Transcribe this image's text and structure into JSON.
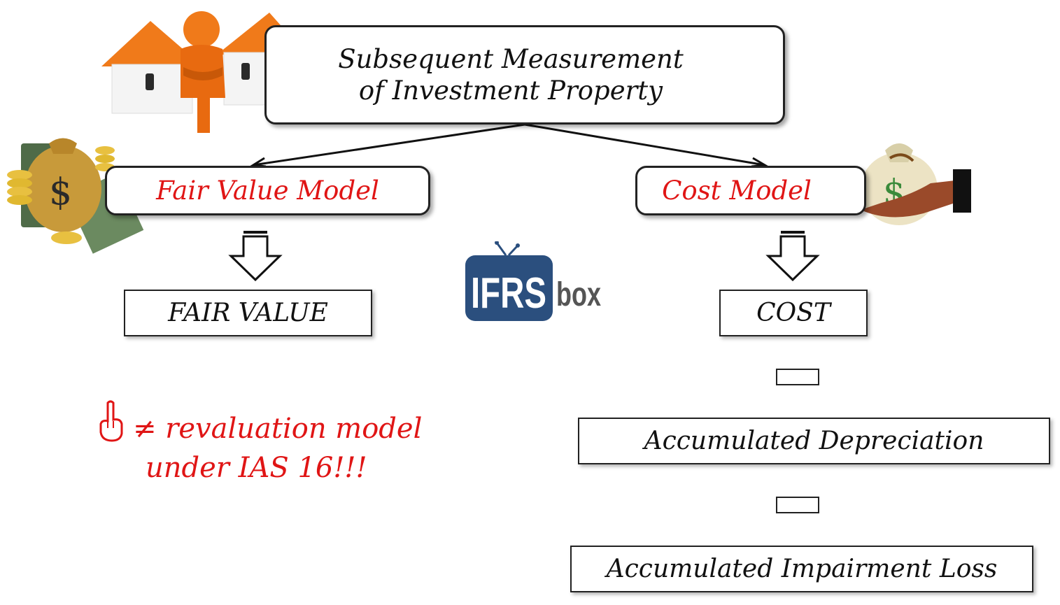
{
  "title": {
    "line1": "Subsequent Measurement",
    "line2": "of Investment Property"
  },
  "branches": {
    "fair_value_model": "Fair Value Model",
    "cost_model": "Cost Model"
  },
  "results": {
    "fair_value": "FAIR VALUE",
    "cost": "COST",
    "accumulated_depreciation": "Accumulated Depreciation",
    "accumulated_impairment": "Accumulated Impairment Loss"
  },
  "note": {
    "line1": "≠ revaluation model",
    "line2": "under IAS 16!!!"
  },
  "logo": {
    "part1": "IFRS",
    "part2": "box"
  },
  "colors": {
    "accent_red": "#e01515",
    "logo_blue": "#2b4f7e",
    "logo_grey": "#555555",
    "orange": "#f07a1a"
  }
}
